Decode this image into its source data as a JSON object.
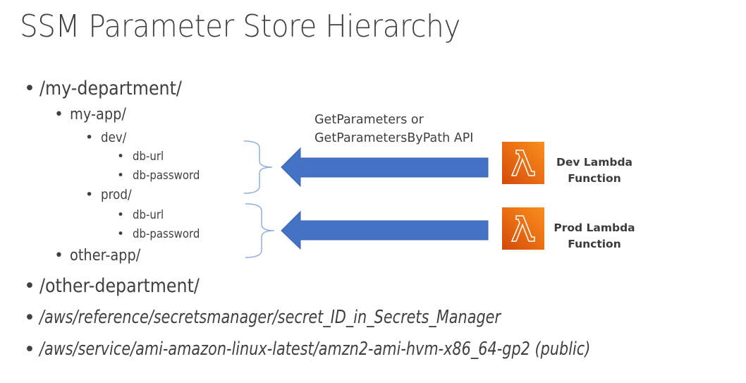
{
  "title": "SSM Parameter Store Hierarchy",
  "hierarchy": {
    "my_department": "/my-department/",
    "my_app": "my-app/",
    "dev": "dev/",
    "dev_db_url": "db-url",
    "dev_db_password": "db-password",
    "prod": "prod/",
    "prod_db_url": "db-url",
    "prod_db_password": "db-password",
    "other_app": "other-app/",
    "other_department": "/other-department/",
    "aws_reference": "/aws/reference/secretsmanager/secret_ID_in_Secrets_Manager",
    "aws_service": "/aws/service/ami-amazon-linux-latest/amzn2-ami-hvm-x86_64-gp2 (public)"
  },
  "bullet": "•",
  "api": {
    "line1": "GetParameters or",
    "line2": "GetParametersByPath API"
  },
  "lambdas": {
    "dev": {
      "line1": "Dev Lambda",
      "line2": "Function",
      "icon": "lambda-icon"
    },
    "prod": {
      "line1": "Prod Lambda",
      "line2": "Function",
      "icon": "lambda-icon"
    }
  },
  "colors": {
    "arrow": "#4472c4",
    "brace": "#8fb0d9",
    "lambda_orange": "#ea6d12",
    "text": "#404040"
  }
}
